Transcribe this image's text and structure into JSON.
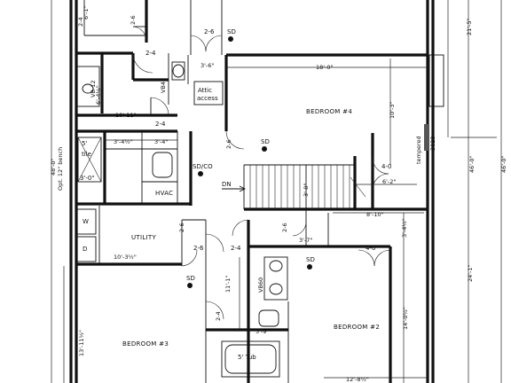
{
  "rooms": {
    "bedroom4": "BEDROOM #4",
    "bedroom3": "BEDROOM #3",
    "bedroom2": "BEDROOM #2",
    "utility": "UTILITY",
    "hvac": "HVAC",
    "attic_line1": "Attic",
    "attic_line2": "access",
    "tub": "5' Tub",
    "tile_line1": "5'",
    "tile_line2": "tile",
    "tile_line3": "3'-0\"",
    "tempered": "tempered",
    "window_code": "3020",
    "washer": "W",
    "dryer": "D",
    "dn": "DN",
    "bench": "Opt. 12\" bench"
  },
  "closets": {
    "sd_top": "SD",
    "sd_bedroom4": "SD",
    "sdco_hall": "SD/CO",
    "sd_bedroom3": "SD",
    "sd_bedroom2": "SD"
  },
  "doors": {
    "d1": "2-4",
    "d2": "2-6",
    "d3": "2-4",
    "d4": "2-4",
    "d5": "2-6",
    "d6": "2-6",
    "d7": "2-6",
    "d8": "2-6",
    "d9": "2-4",
    "d10": "2-6",
    "d11": "4-0",
    "d12": "4-0",
    "d13": "2-4"
  },
  "vanities": {
    "v1": "VB42",
    "v2": "VB-12",
    "v3": "VB60"
  },
  "dimensions": {
    "dim_3_6": "3'-6\"",
    "dim_18_0": "18'-0\"",
    "dim_10_3": "10'-3\"",
    "dim_21_5": "21'-5\"",
    "dim_46_0": "46'-0\"",
    "dim_48_0": "48'-0\"",
    "dim_10_11": "10'-11\"",
    "dim_6_4half": "6'-4½\"",
    "dim_3_4half": "3'-4½\"",
    "dim_3_4": "3'-4\"",
    "dim_6_1": "6'-1\"",
    "dim_6_2": "6'-2\"",
    "dim_3_8": "3'-8\"",
    "dim_8_10": "8'-10\"",
    "dim_3_7": "3'-7\"",
    "dim_3_4half_b": "3'-4½\"",
    "dim_10_3half": "10'-3½\"",
    "dim_11_1": "11'-1\"",
    "dim_5_9": "5'-9\"",
    "dim_14_0half": "14'-0½\"",
    "dim_24_1": "24'-1\"",
    "dim_13_11half": "13'-11½\"",
    "dim_12_8half": "12'-8½\""
  }
}
